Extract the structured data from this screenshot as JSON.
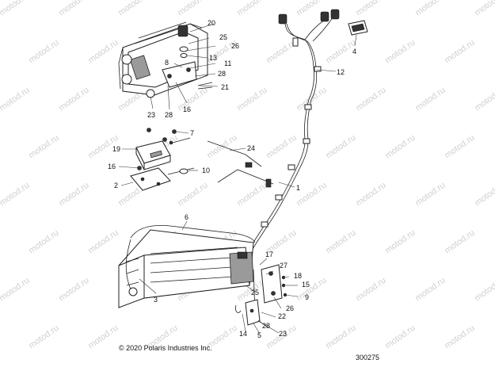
{
  "watermark": "motod.ru",
  "copyright": "© 2020 Polaris Industries Inc.",
  "diagram_id": "300275",
  "callouts": [
    "1",
    "2",
    "3",
    "4",
    "5",
    "6",
    "7",
    "8",
    "9",
    "10",
    "11",
    "12",
    "13",
    "14",
    "15",
    "16",
    "17",
    "18",
    "19",
    "20",
    "21",
    "22",
    "23",
    "24",
    "25",
    "26",
    "27",
    "28"
  ]
}
